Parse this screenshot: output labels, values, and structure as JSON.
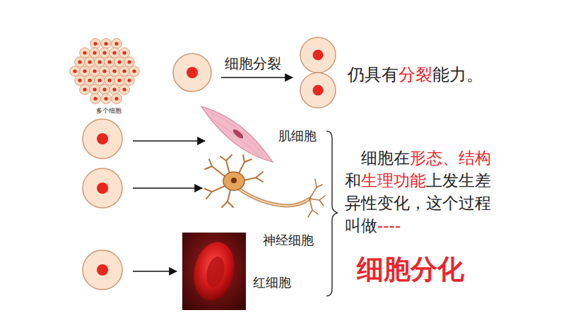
{
  "diagram": {
    "labels": [
      "细胞分裂",
      "多个细胞",
      "仍具有",
      "分裂",
      "能力。",
      "肌细胞",
      "神经细胞",
      "红细胞",
      "细胞在",
      "形态、结构",
      "和",
      "生理功能",
      "上发生差异性变化，这个过程叫做",
      "----",
      "细胞分化"
    ]
  }
}
